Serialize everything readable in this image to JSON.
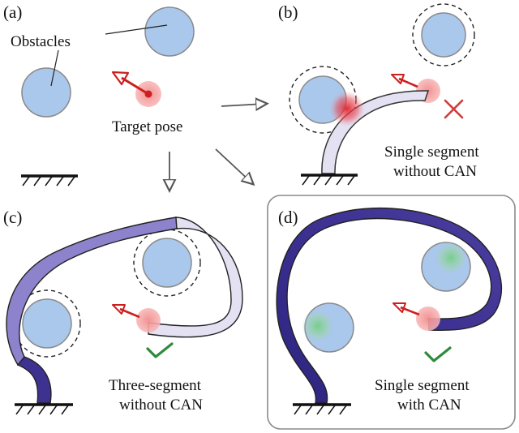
{
  "panels": {
    "a": {
      "tag": "(a)",
      "obstacles_label": "Obstacles",
      "target_label": "Target pose"
    },
    "b": {
      "tag": "(b)",
      "caption_line1": "Single segment",
      "caption_line2": "without CAN",
      "result_icon": "cross-mark-icon"
    },
    "c": {
      "tag": "(c)",
      "caption_line1": "Three-segment",
      "caption_line2": "without CAN",
      "result_icon": "check-mark-icon"
    },
    "d": {
      "tag": "(d)",
      "caption_line1": "Single segment",
      "caption_line2": "with CAN",
      "result_icon": "check-mark-icon"
    }
  },
  "colors": {
    "obstacle_fill": "#aac7ec",
    "obstacle_stroke": "#8a8a8a",
    "target_halo": "#f4a3a3",
    "target_arrow": "#cc1f1f",
    "robot_light": "#e3e1f2",
    "robot_mid": "#8d82cc",
    "robot_dark": "#3e3290",
    "check": "#2e8b3a",
    "cross": "#d13b3b",
    "collision_glow": "#e0202a",
    "contact_glow": "#6fcf7f"
  }
}
